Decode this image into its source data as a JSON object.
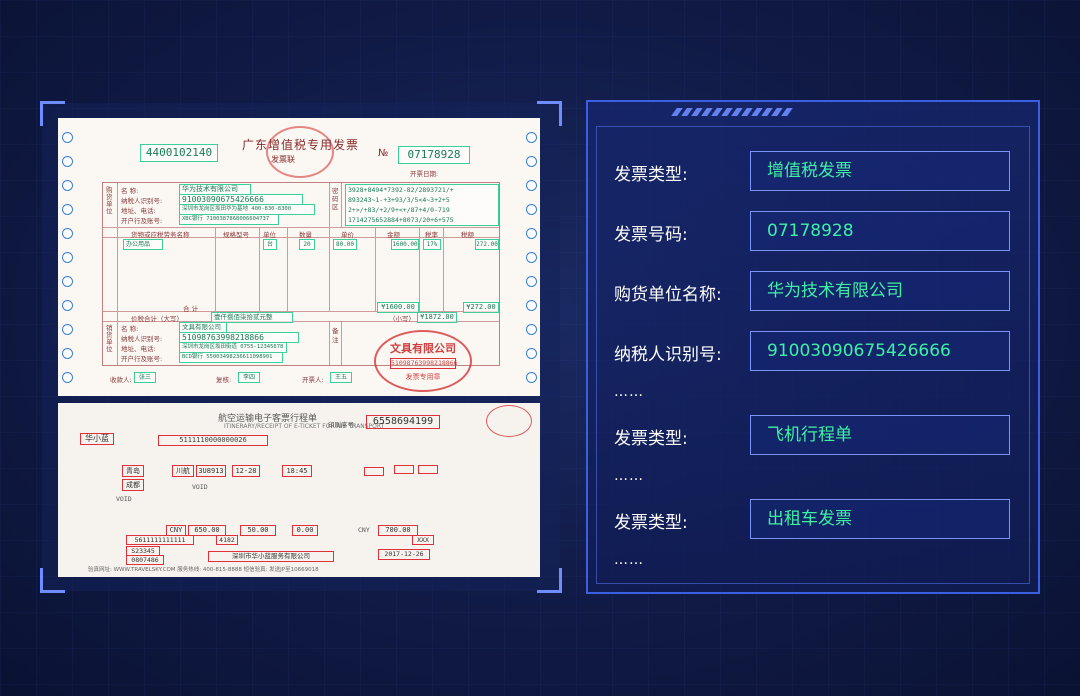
{
  "invoice_vat": {
    "title": "广东增值税专用发票",
    "subtitle": "发票联",
    "code": "4400102140",
    "number_label": "№",
    "number": "07178928",
    "issue_date_label": "开票日期:",
    "buyer_name": "华为技术有限公司",
    "buyer_taxid": "91003090675426666",
    "buyer_address": "深圳市龙岗区坂田华为基地 400-830-8300",
    "buyer_bank": "XBC银行 7100387868006604737",
    "password_lines": [
      "3928+8494*7392-82/2893721/+",
      "893243~1-+3+93/3/5<4~3+2+5",
      "2+>/+83/+2/9+<+/87+4/0-719",
      "1714275652884+8073/20+6+575"
    ],
    "item_name": "办公用品",
    "unit": "台",
    "qty": "20",
    "price": "80.00",
    "amount": "1600.00",
    "tax_rate": "17%",
    "tax": "272.00",
    "total_amount": "¥1600.00",
    "total_tax": "¥272.00",
    "total_words": "壹仟捌佰柒拾贰元整",
    "total_small": "¥1872.00",
    "seller_name": "文具有限公司",
    "seller_taxid": "51098763998218866",
    "seller_address": "深圳市龙岗区坂田街道 0755-12345678",
    "seller_bank": "BCD银行 55003498236611098901",
    "stamp_company": "文具有限公司",
    "stamp_taxid": "51098763998218866",
    "stamp_caption": "发票专用章",
    "payee": "张三",
    "reviewer": "李四",
    "drawer": "王五",
    "labels": {
      "buyer": "购货单位",
      "name": "名 称:",
      "taxid": "纳税人识别号:",
      "address": "地址、电话:",
      "bank": "开户行及账号:",
      "password": "密码区",
      "goods": "货物或应税劳务名称",
      "spec": "规格型号",
      "unit": "单位",
      "qty": "数量",
      "price": "单价",
      "amount": "金额",
      "rate": "税率",
      "tax": "税额",
      "sum": "合 计",
      "total_words": "价税合计（大写）",
      "small": "（小写）",
      "seller": "销货单位",
      "remark": "备注",
      "payee": "收款人:",
      "reviewer": "复核:",
      "drawer": "开票人:"
    }
  },
  "invoice_air": {
    "title": "航空运输电子客票行程单",
    "subtitle": "ITINERARY/RECEIPT OF E-TICKET FOR AIR TRANSPORT",
    "serial_label": "印刷序号:",
    "serial": "6558694199",
    "passenger": "华小蓝",
    "id_no": "5111110000000026",
    "from": "青岛",
    "to": "成都",
    "carrier": "川航",
    "flight": "3U8913",
    "date": "12-28",
    "time": "18:45",
    "void1": "VOID",
    "void2": "VOID",
    "currency1": "CNY",
    "fare": "650.00",
    "fuel": "50.00",
    "tax": "0.00",
    "currency2": "CNY",
    "total": "700.00",
    "eticket": "5611111111111",
    "check": "4182",
    "insurance": "XXX",
    "agent_code1": "S23345",
    "agent_code2": "0807486",
    "agent_name": "深圳市华小蓝服务有限公司",
    "issue_date": "2017-12-26",
    "footer": "验真网址: WWW.TRAVELSKY.COM 服务热线: 400-815-8888 短信验真: 发送JP至10669018"
  },
  "panel": {
    "rows": [
      {
        "label": "发票类型:",
        "value": "增值税发票"
      },
      {
        "label": "发票号码:",
        "value": "07178928"
      },
      {
        "label": "购货单位名称:",
        "value": "华为技术有限公司"
      },
      {
        "label": "纳税人识别号:",
        "value": "91003090675426666"
      }
    ],
    "dots1": "……",
    "row5": {
      "label": "发票类型:",
      "value": "飞机行程单"
    },
    "dots2": "……",
    "row6": {
      "label": "发票类型:",
      "value": "出租车发票"
    },
    "dots3": "……"
  },
  "colors": {
    "accent": "#3a5fe0",
    "value_text": "#3ef0a4",
    "ocr_box_green": "#3ccf9a",
    "ocr_box_red": "#e0303a"
  }
}
